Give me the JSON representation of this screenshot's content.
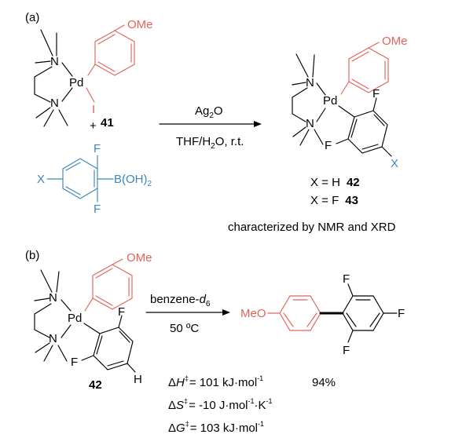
{
  "panel_a": {
    "label": "(a)",
    "reactant_pd": {
      "n_top": "N",
      "n_bottom": "N",
      "metal": "Pd",
      "ligand_i": "I",
      "ome": "OMe",
      "compound_no": "41"
    },
    "plus": "+",
    "boronic": {
      "x": "X",
      "f_top": "F",
      "f_bottom": "F",
      "group": "B(OH)",
      "sub": "2"
    },
    "arrow": {
      "above_main": "Ag",
      "above_sub": "2",
      "above_tail": "O",
      "below_pre": "THF/H",
      "below_sub": "2",
      "below_tail": "O, r.t."
    },
    "product": {
      "n_top": "N",
      "n_bottom": "N",
      "metal": "Pd",
      "ome": "OMe",
      "f_top": "F",
      "f_left": "F",
      "x": "X"
    },
    "variants": [
      {
        "text": "X = H",
        "number": "42"
      },
      {
        "text": "X = F",
        "number": "43"
      }
    ],
    "note": "characterized by NMR and XRD"
  },
  "panel_b": {
    "label": "(b)",
    "complex": {
      "n_top": "N",
      "n_bottom": "N",
      "metal": "Pd",
      "ome": "OMe",
      "f_top": "F",
      "f_left": "F",
      "h": "H",
      "compound_no": "42"
    },
    "arrow": {
      "above_main": "benzene-",
      "above_italic": "d",
      "above_sub": "6",
      "below": "50 ºC"
    },
    "product": {
      "meo": "MeO",
      "f_top": "F",
      "f_right": "F",
      "f_bottom": "F"
    },
    "yield": "94%",
    "thermo": [
      {
        "delta": "Δ",
        "sym": "H",
        "sup": "‡",
        "value": "= 101 kJ·mol",
        "unit_sup": "-1",
        "tail": ""
      },
      {
        "delta": "Δ",
        "sym": "S",
        "sup": "‡",
        "value": "= -10 J·mol",
        "unit_sup": "-1",
        "tail": "·K",
        "tail_sup": "-1"
      },
      {
        "delta": "Δ",
        "sym": "G",
        "sup": "‡",
        "value": "= 103 kJ·mol",
        "unit_sup": "-1",
        "tail": ""
      }
    ]
  }
}
